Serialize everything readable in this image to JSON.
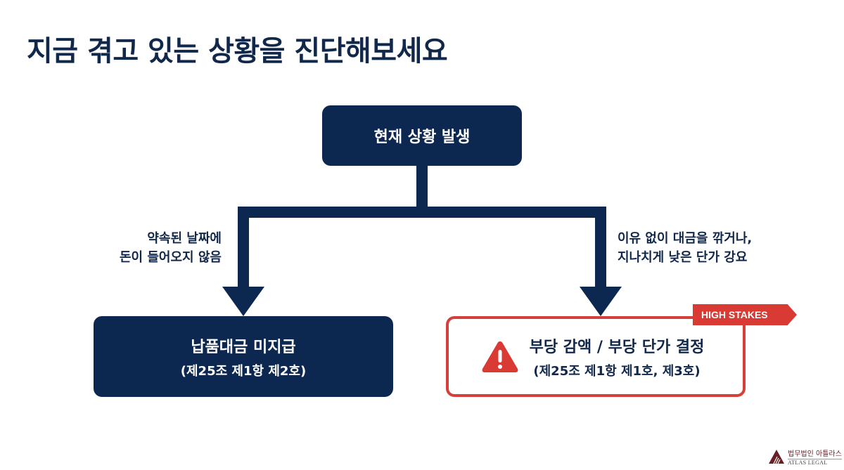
{
  "title": "지금 겪고 있는 상황을 진단해보세요",
  "root": {
    "label": "현재 상황 발생"
  },
  "branches": [
    {
      "condition_lines": [
        "약속된 날짜에",
        "돈이 들어오지 않음"
      ],
      "result": {
        "label": "납품대금 미지급",
        "reference": "(제25조 제1항 제2호)"
      }
    },
    {
      "condition_lines": [
        "이유 없이 대금을 깎거나,",
        "지나치게 낮은 단가 강요"
      ],
      "result": {
        "label": "부당 감액 / 부당 단가 결정",
        "reference": "(제25조 제1항 제1호, 제3호)",
        "icon": "warning-triangle-icon"
      },
      "badge": "HIGH STAKES"
    }
  ],
  "colors": {
    "navy": "#0d2850",
    "alert_red": "#d93a34",
    "logo_maroon": "#6b1f24"
  },
  "logo": {
    "korean": "법무법인 아틀라스",
    "english": "ATLAS LEGAL"
  }
}
